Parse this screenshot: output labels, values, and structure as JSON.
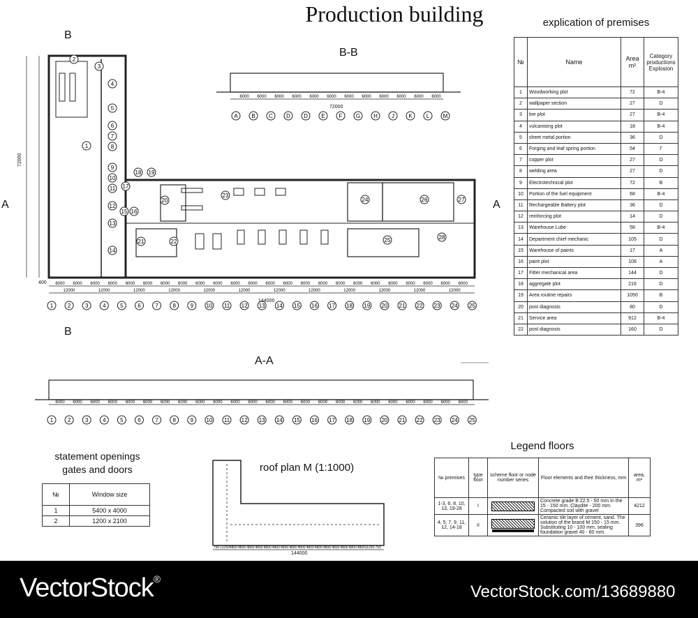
{
  "title": "Production building",
  "explication": {
    "title": "explication of premises",
    "headers": {
      "num": "№",
      "name": "Name",
      "area": "Area",
      "area_unit": "m²",
      "category": "Category productions Explosion"
    },
    "rows": [
      {
        "n": "1",
        "name": "Woodworking plot",
        "area": "72",
        "cat": "B-4"
      },
      {
        "n": "2",
        "name": "wallpaper section",
        "area": "27",
        "cat": "D"
      },
      {
        "n": "3",
        "name": "tire plot",
        "area": "27",
        "cat": "B-4"
      },
      {
        "n": "4",
        "name": "vulcanising plot",
        "area": "18",
        "cat": "B-4"
      },
      {
        "n": "5",
        "name": "sheet metal portion",
        "area": "36",
        "cat": "D"
      },
      {
        "n": "6",
        "name": "Forging and leaf spring portion",
        "area": "54",
        "cat": "Г"
      },
      {
        "n": "7",
        "name": "copper plot",
        "area": "27",
        "cat": "D"
      },
      {
        "n": "8",
        "name": "welding area",
        "area": "27",
        "cat": "D"
      },
      {
        "n": "9",
        "name": "Electrotechnical plot",
        "area": "72",
        "cat": "B"
      },
      {
        "n": "10",
        "name": "Portion of the fuel equipment",
        "area": "68",
        "cat": "B-4"
      },
      {
        "n": "11",
        "name": "Rechargeable Battery plot",
        "area": "36",
        "cat": "D"
      },
      {
        "n": "12",
        "name": "reinforcing plot",
        "area": "14",
        "cat": "D"
      },
      {
        "n": "13",
        "name": "Warehouse Lube",
        "area": "58",
        "cat": "B-4"
      },
      {
        "n": "14",
        "name": "Department chief mechanic",
        "area": "105",
        "cat": "D"
      },
      {
        "n": "15",
        "name": "Warehouse of paints",
        "area": "17",
        "cat": "A"
      },
      {
        "n": "16",
        "name": "paint plot",
        "area": "108",
        "cat": "A"
      },
      {
        "n": "17",
        "name": "Fitter mechanical area",
        "area": "144",
        "cat": "D"
      },
      {
        "n": "18",
        "name": "aggregate plot",
        "area": "216",
        "cat": "D"
      },
      {
        "n": "19",
        "name": "Area routine repairs",
        "area": "1050",
        "cat": "B"
      },
      {
        "n": "20",
        "name": "post diagnosis",
        "area": "80",
        "cat": "D"
      },
      {
        "n": "21",
        "name": "Service area",
        "area": "912",
        "cat": "B-4"
      },
      {
        "n": "22",
        "name": "post diagnosis",
        "area": "160",
        "cat": "D"
      }
    ]
  },
  "sections": {
    "bb": "B-B",
    "aa": "A-A",
    "a_mark": "A",
    "b_mark": "B"
  },
  "plan": {
    "axes_bottom": [
      "1",
      "2",
      "3",
      "4",
      "5",
      "6",
      "7",
      "8",
      "9",
      "10",
      "11",
      "12",
      "13",
      "14",
      "15",
      "16",
      "17",
      "18",
      "19",
      "20",
      "21",
      "22",
      "23",
      "24",
      "25"
    ],
    "axes_bb": [
      "A",
      "B",
      "C",
      "D",
      "D",
      "E",
      "F",
      "G",
      "H",
      "J",
      "K",
      "L",
      "M"
    ],
    "dim_total": "144000",
    "dim_bb_total": "72000",
    "dim_vertical_total": "72000",
    "dim_6000": "6000",
    "dim_12000": "12000",
    "dim_400": "400",
    "room_numbers": [
      "1",
      "2",
      "3",
      "4",
      "5",
      "6",
      "7",
      "8",
      "9",
      "10",
      "11",
      "12",
      "13",
      "14",
      "15",
      "16",
      "17",
      "18",
      "19",
      "20",
      "21",
      "22",
      "23",
      "24",
      "25",
      "26",
      "27",
      "28"
    ]
  },
  "statement": {
    "title_line1": "statement openings",
    "title_line2": "gates and doors",
    "headers": {
      "num": "№",
      "size": "Window size"
    },
    "rows": [
      {
        "n": "1",
        "size": "5400 x 4000"
      },
      {
        "n": "2",
        "size": "1200 x 2100"
      }
    ]
  },
  "roof": {
    "title": "roof plan M (1:1000)",
    "dim_total": "144000",
    "dims": [
      "750",
      "11250",
      "4800",
      "4800",
      "4800",
      "4800",
      "4800",
      "4800",
      "4800",
      "4800",
      "4800",
      "4800",
      "4800",
      "4800",
      "4800",
      "4800",
      "4800",
      "4800",
      "11250",
      "750"
    ]
  },
  "legend": {
    "title": "Legend floors",
    "headers": {
      "num": "№ premises",
      "type": "type floor",
      "scheme": "scheme floor or node number series",
      "elements": "Floor elements and their thickness, mm",
      "area": "area, m²"
    },
    "rows": [
      {
        "n": "1-3, 6, 8, 10, 13, 19-28",
        "type": "I",
        "elements": "Concrete grade B 22.5 - 50 mm In the 15 - 150 mm. Claydite - 200 mm. Compacted soil with gravel",
        "area": "4212"
      },
      {
        "n": "4, 5, 7, 9, 11, 12, 14-18",
        "type": "II",
        "elements": "Ceramic tile layer of cement, sand. The solution of the brand M 150 - 15 mm. Substituting 10 - 100 mm, sealing foundation gravel 40 - 60 mm.",
        "area": "396"
      }
    ]
  },
  "footer": {
    "brand": "VectorStock",
    "registered": "®",
    "url": "VectorStock.com/13689880"
  }
}
